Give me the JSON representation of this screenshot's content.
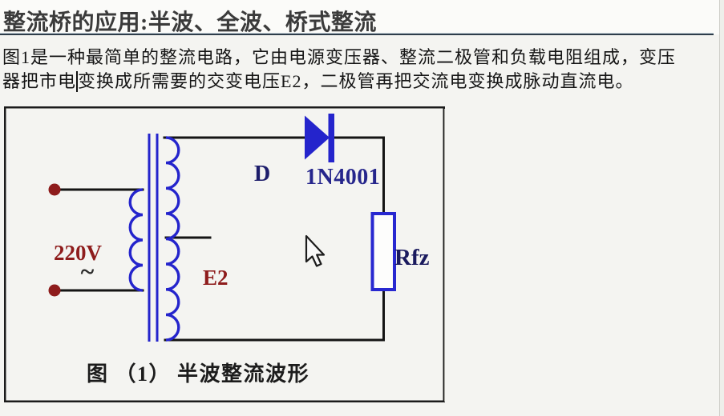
{
  "page": {
    "title": "整流桥的应用:半波、全波、桥式整流",
    "body": {
      "line1": "图1是一种最简单的整流电路，它由电源变压器、整流二极管和负载电阻组成，变压",
      "line2_before_caret": "器把市电",
      "line2_after_caret": "变换成所需要的交变电压E2，二极管再把交流电变换成脉动直流电。"
    }
  },
  "figure": {
    "labels": {
      "primary_voltage": "220V",
      "ac_symbol": "~",
      "secondary_voltage": "E2",
      "diode_designator": "D",
      "diode_model": "1N4001",
      "load_resistor": "Rfz",
      "caption": "图 （1） 半波整流波形"
    },
    "colors": {
      "component_blue": "#2424cc",
      "wire_black": "#141414",
      "accent_dark_red": "#8e1c1c",
      "label_navy": "#26268c",
      "title_rule": "#2e3d4a"
    }
  }
}
